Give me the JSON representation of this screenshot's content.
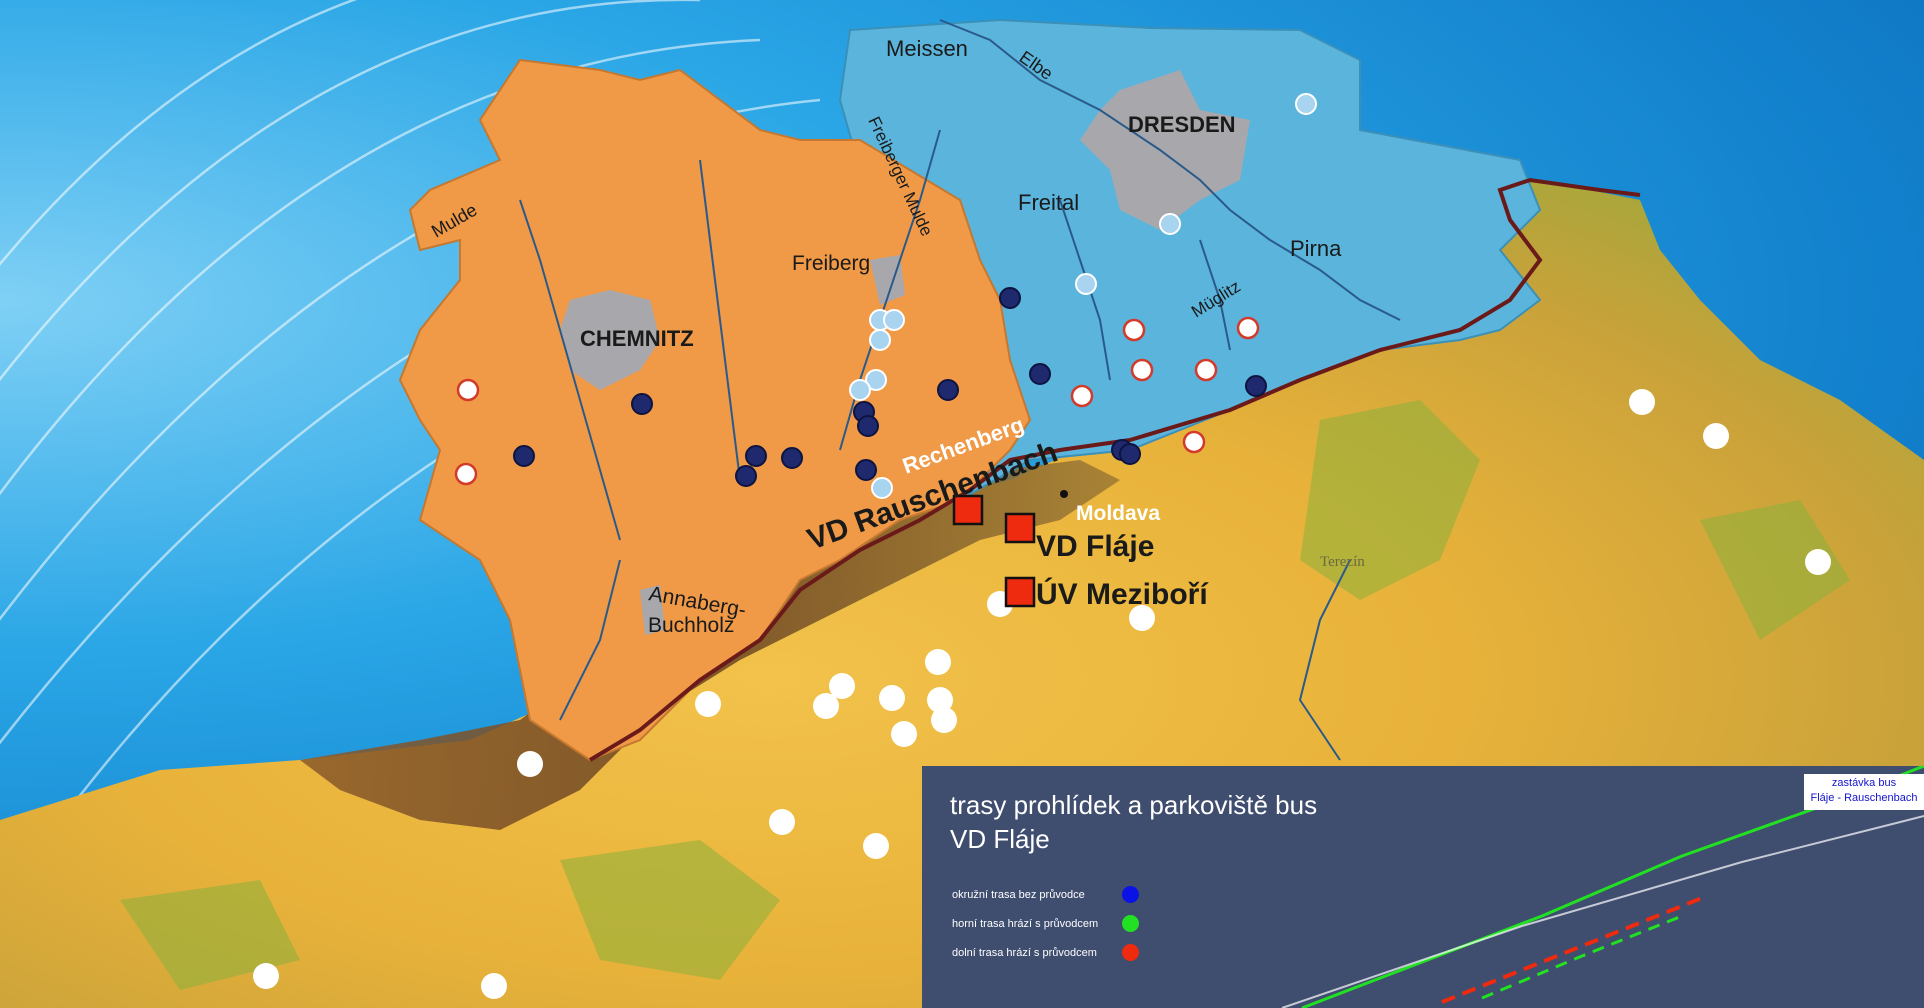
{
  "map": {
    "places": {
      "meissen": "Meissen",
      "elbe": "Elbe",
      "dresden": "DRESDEN",
      "freiberger_mulde": "Freiberger Mulde",
      "freital": "Freital",
      "freiberg": "Freiberg",
      "pirna": "Pirna",
      "mulde": "Mulde",
      "muglitz": "Müglitz",
      "chemnitz": "CHEMNITZ",
      "rechenberg": "Rechenberg",
      "vd_rauschenbach": "VD Rauschenbach",
      "moldava": "Moldava",
      "vd_flaje": "VD Fláje",
      "uv_mezibori": "ÚV Meziboří",
      "annaberg": "Annaberg-",
      "buchholz": "Buchholz",
      "terezin": "Terezín"
    },
    "colors": {
      "saxony_west": "#f09a48",
      "saxony_east": "#5ab4dc",
      "city": "#a8a8ac",
      "reservoir_dark": "#1f2a6e",
      "reservoir_light": "#a9d4f0",
      "reservoir_white": "#ffffff",
      "key_site": "#ee2a0f"
    }
  },
  "legend": {
    "title_line1": "trasy prohlídek a parkoviště bus",
    "title_line2": "VD Fláje",
    "items": [
      {
        "label": "okružní trasa bez průvodce",
        "color": "#0a12e6"
      },
      {
        "label": "horní trasa hrází s průvodcem",
        "color": "#22e022"
      },
      {
        "label": "dolní trasa hrází s průvodcem",
        "color": "#ee2a0f"
      }
    ],
    "bus_stop_line1": "zastávka bus",
    "bus_stop_line2": "Fláje - Rauschenbach"
  }
}
